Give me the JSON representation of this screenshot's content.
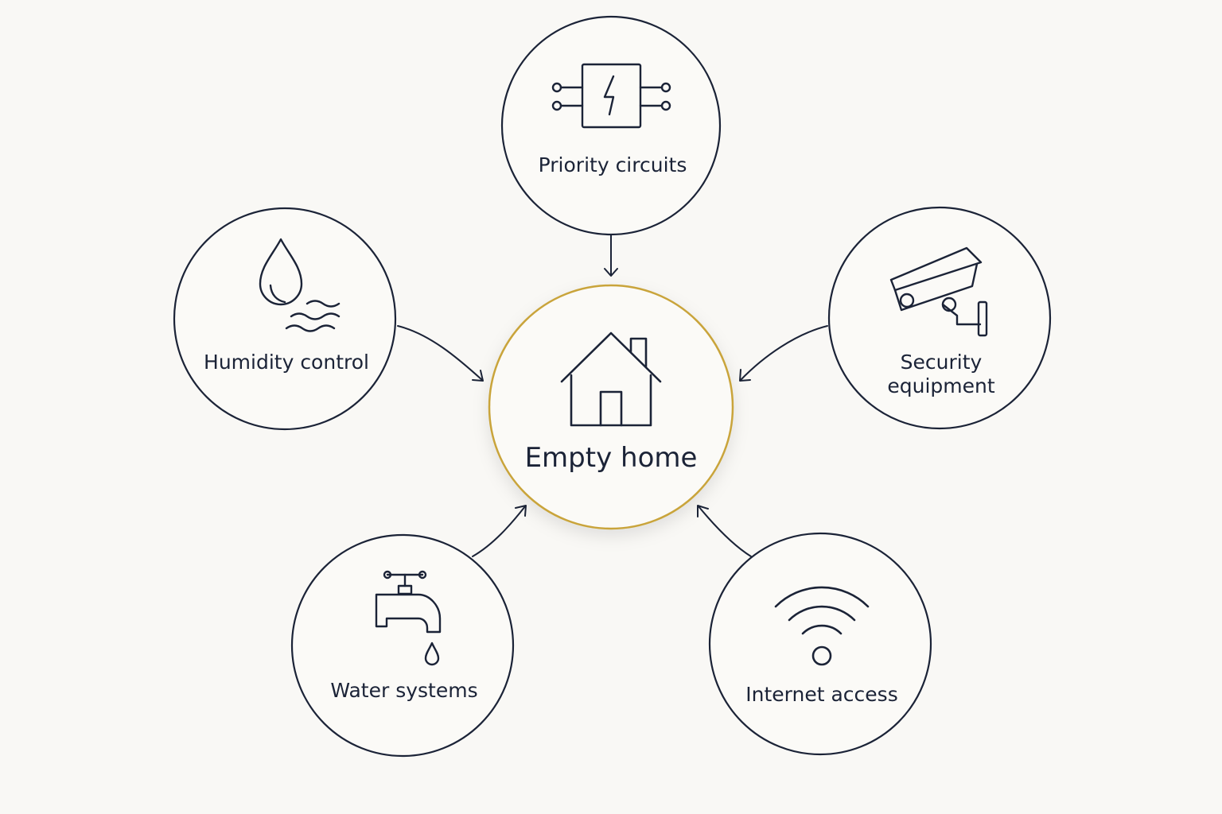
{
  "diagram": {
    "center": {
      "label": "Empty home",
      "icon": "house-icon"
    },
    "nodes": [
      {
        "id": "priority",
        "label": "Priority circuits",
        "icon": "circuit-icon"
      },
      {
        "id": "humidity",
        "label": "Humidity control",
        "icon": "water-drop-wave-icon"
      },
      {
        "id": "security",
        "label_line1": "Security",
        "label_line2": "equipment",
        "icon": "security-camera-icon"
      },
      {
        "id": "water",
        "label": "Water systems",
        "icon": "faucet-icon"
      },
      {
        "id": "internet",
        "label": "Internet access",
        "icon": "wifi-icon"
      }
    ]
  },
  "colors": {
    "background": "#f9f8f5",
    "stroke": "#1b2337",
    "accent": "#c9a43b",
    "text": "#1b2337"
  }
}
